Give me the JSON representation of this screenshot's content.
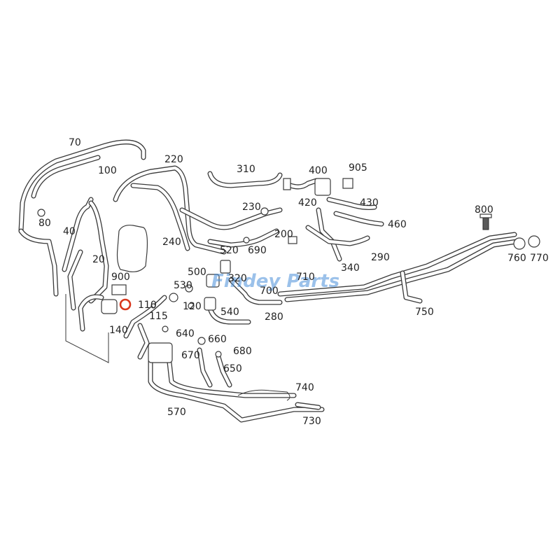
{
  "watermark": "Findey Parts",
  "highlight_color": "#d9381e",
  "watermark_color": "#4a90d9",
  "callouts": {
    "c70": "70",
    "c100": "100",
    "c220": "220",
    "c310": "310",
    "c400": "400",
    "c905": "905",
    "c80": "80",
    "c230": "230",
    "c420": "420",
    "c430": "430",
    "c800": "800",
    "c40": "40",
    "c240": "240",
    "c200": "200",
    "c460": "460",
    "c520": "520",
    "c690": "690",
    "c290": "290",
    "c20": "20",
    "c760": "760",
    "c770": "770",
    "c500": "500",
    "c340": "340",
    "c900": "900",
    "c320": "320",
    "c710": "710",
    "c530": "530",
    "c700": "700",
    "c110": "110",
    "c120": "120",
    "c750": "750",
    "c115": "115",
    "c540": "540",
    "c280": "280",
    "c140": "140",
    "c640": "640",
    "c660": "660",
    "c680": "680",
    "c670": "670",
    "c650": "650",
    "c740": "740",
    "c570": "570",
    "c730": "730"
  }
}
